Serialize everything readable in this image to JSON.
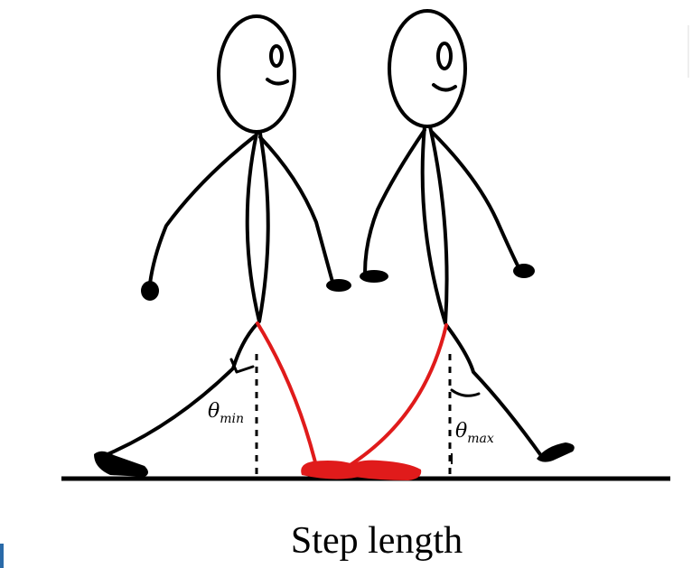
{
  "labels": {
    "theta_min_symbol": "θ",
    "theta_min_sub": "min",
    "theta_max_symbol": "θ",
    "theta_max_sub": "max",
    "caption": "Step length"
  },
  "colors": {
    "ink": "#000000",
    "stance_leg": "#e01b1b",
    "background": "#ffffff"
  }
}
